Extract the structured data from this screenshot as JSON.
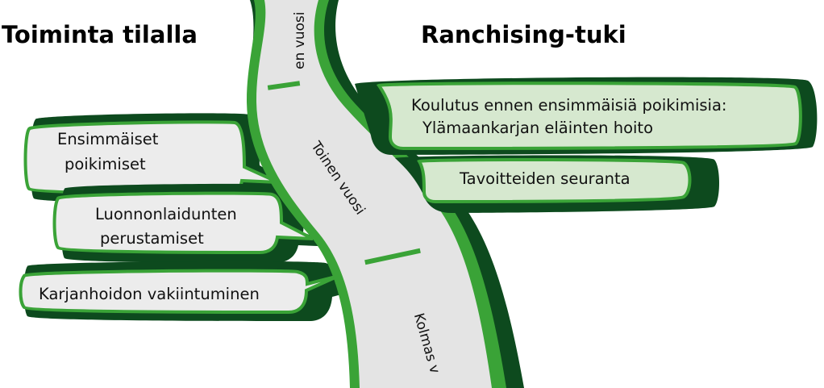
{
  "headings": {
    "left": "Toiminta tilalla",
    "right": "Ranchising-tuki"
  },
  "road_segments": {
    "first": "en vuosi",
    "second": "Toinen vuosi",
    "third": "Kolmas v"
  },
  "left_items": [
    {
      "line1": "Ensimmäiset",
      "line2": "poikimiset"
    },
    {
      "line1": "Luonnonlaidunten",
      "line2": "perustamiset"
    },
    {
      "line1": "Karjanhoidon vakiintuminen"
    }
  ],
  "right_items": [
    {
      "line1": "Koulutus ennen ensimmäisiä poikimisia:",
      "line2": "Ylämaankarjan eläinten hoito"
    },
    {
      "line1": "Tavoitteiden seuranta"
    }
  ],
  "colors": {
    "dark_green": "#0d4a1e",
    "border_green": "#3aa337",
    "left_fill": "#ececec",
    "right_fill": "#d6e8cf",
    "road_fill": "#e4e4e4"
  }
}
